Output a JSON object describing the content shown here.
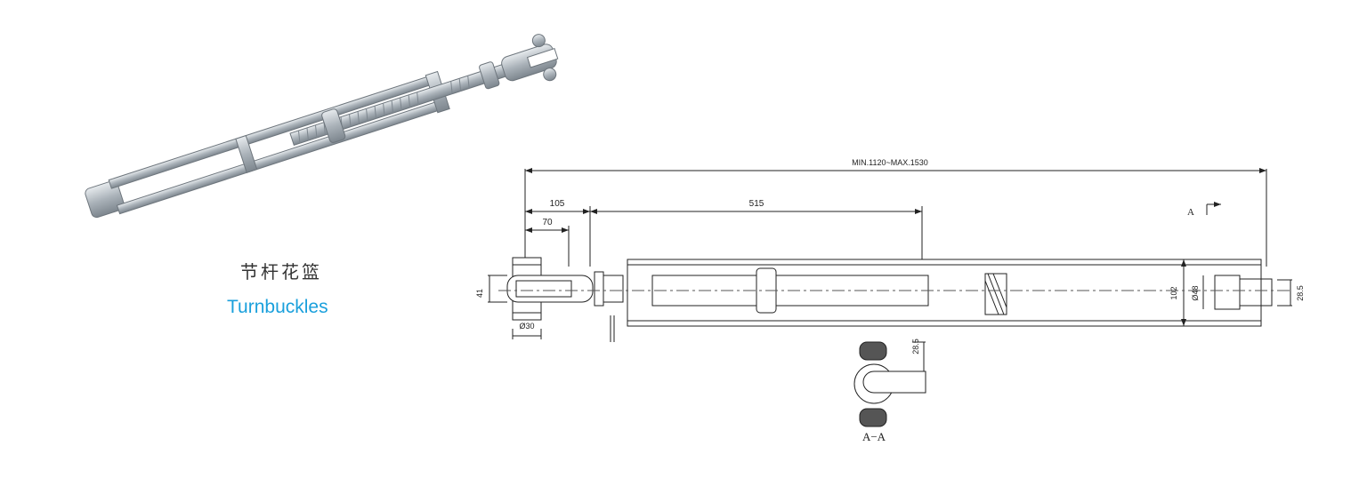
{
  "product": {
    "name_cn": "节杆花篮",
    "name_en": "Turnbuckles"
  },
  "drawing": {
    "overall": "MIN.1120~MAX.1530",
    "dim_105": "105",
    "dim_515": "515",
    "dim_70": "70",
    "dim_41": "41",
    "dim_d30": "Ø30",
    "dim_102": "102",
    "dim_d48": "Ø48",
    "dim_28_5_right": "28.5",
    "dim_28_5_section": "28.5",
    "section_mark": "A",
    "section_label": "A−A"
  },
  "colors": {
    "accent": "#1aa0dc",
    "line": "#222222",
    "metal": "#b8bec4"
  }
}
